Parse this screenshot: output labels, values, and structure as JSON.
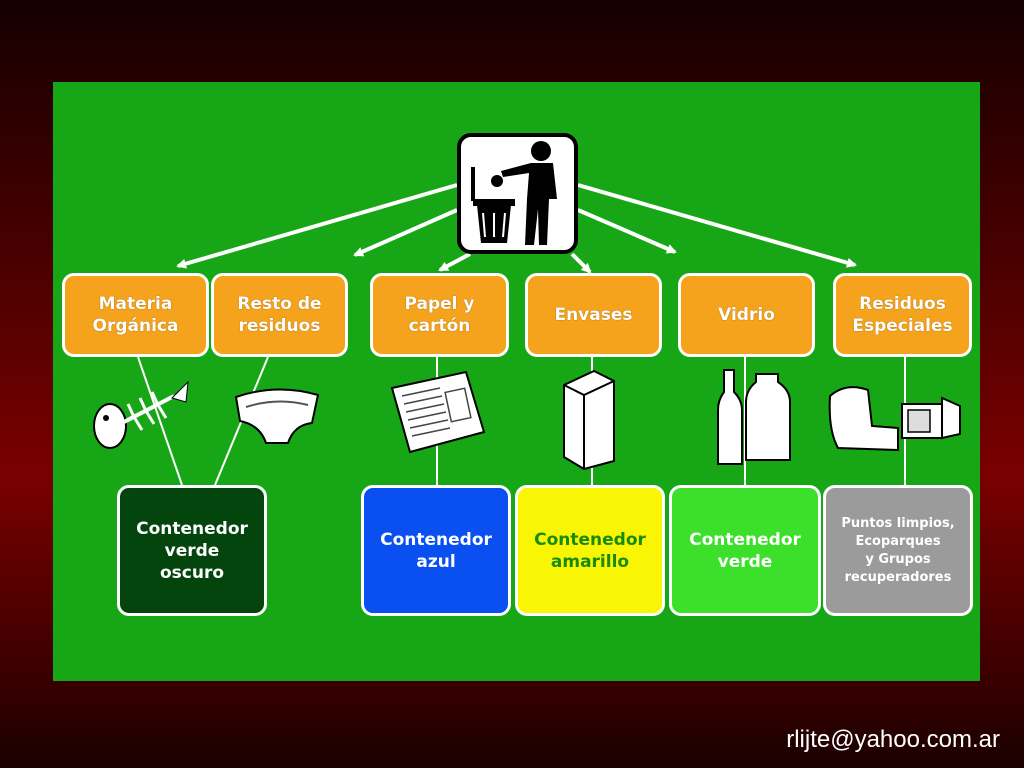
{
  "categories": [
    {
      "label": "Materia\nOrgánica"
    },
    {
      "label": "Resto de\nresiduos"
    },
    {
      "label": "Papel y\ncartón"
    },
    {
      "label": "Envases"
    },
    {
      "label": "Vidrio"
    },
    {
      "label": "Residuos\nEspeciales"
    }
  ],
  "containers": [
    {
      "label": "Contenedor\nverde\noscuro"
    },
    {
      "label": "Contenedor\nazul"
    },
    {
      "label": "Contenedor\namarillo"
    },
    {
      "label": "Contenedor\nverde"
    },
    {
      "label": "Puntos limpios,\nEcoparques\ny Grupos\nrecuperadores"
    }
  ],
  "icons": [
    "trash-disposal-icon",
    "fish-bone-icon",
    "diaper-icon",
    "newspaper-icon",
    "carton-icon",
    "glass-bottles-icon",
    "furniture-electronics-icon"
  ],
  "colors": {
    "background": "#17a716",
    "category": "#f5a31c",
    "container_dark_green": "#04450e",
    "container_blue": "#0a4ff0",
    "container_yellow": "#f8f505",
    "container_green": "#3ce02a",
    "container_gray": "#9b9b9b"
  },
  "footer": {
    "email": "rlijte@yahoo.com.ar"
  }
}
